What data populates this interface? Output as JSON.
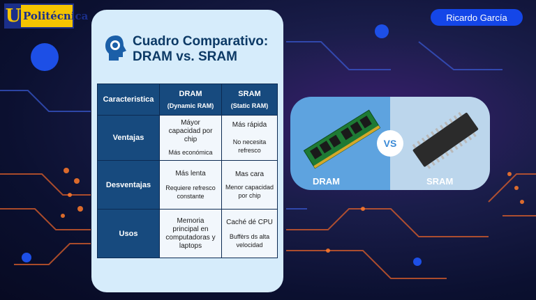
{
  "logo": {
    "text": "Politécnica"
  },
  "author": "Ricardo García",
  "card": {
    "title_line1": "Cuadro Comparativo:",
    "title_line2": "DRAM vs. SRAM"
  },
  "table": {
    "header": {
      "col0": "Caracteristica",
      "col1_main": "DRAM",
      "col1_sub": "(Dynamic RAM)",
      "col2_main": "SRAM",
      "col2_sub": "(Static RAM)"
    },
    "rows": [
      {
        "label": "Ventajas",
        "dram": [
          "Máyor",
          "capacidad por",
          "chip",
          "Más económica"
        ],
        "sram": [
          "Más rápida",
          "No necesita refresco"
        ]
      },
      {
        "label": "Desventajas",
        "dram": [
          "Más lenta",
          "Requiere refresco",
          "constante"
        ],
        "sram": [
          "Mas cara",
          "Menor capacidad",
          "por chip"
        ]
      },
      {
        "label": "Usos",
        "dram": [
          "Memoria",
          "principal en",
          "computadoras y",
          "laptops"
        ],
        "sram": [
          "Caché dé CPU",
          "Buffèrs ds alta",
          "velocidad"
        ]
      }
    ]
  },
  "comparison": {
    "left_label": "DRAM",
    "vs_label": "VS",
    "right_label": "SRAM"
  },
  "colors": {
    "card_bg": "#d6ecfb",
    "table_header": "#174a7e",
    "author_badge": "#1446e8",
    "dram_panel": "#5ea3df",
    "sram_panel": "#bcd6ec"
  }
}
